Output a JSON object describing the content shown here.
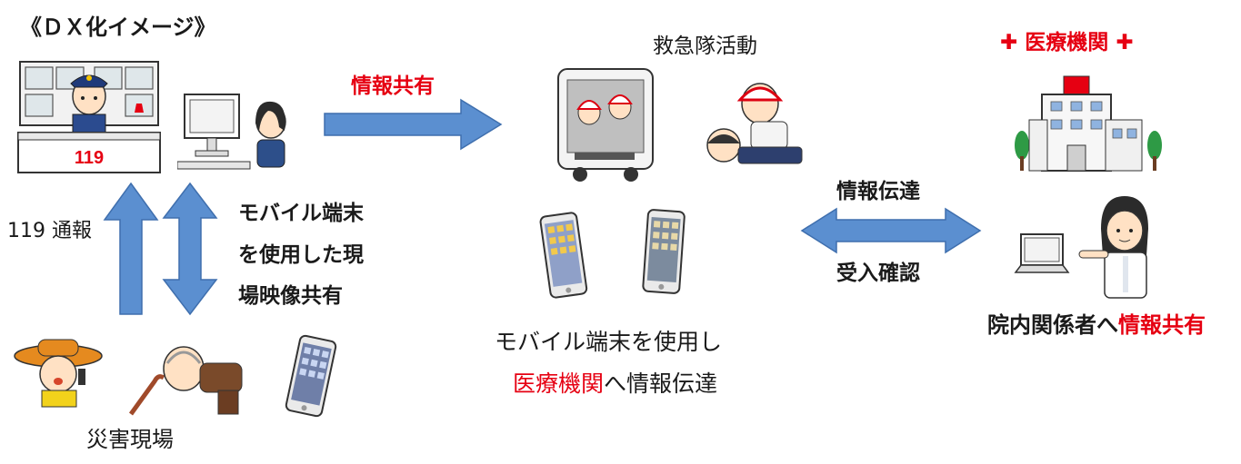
{
  "title": "《ＤＸ化イメージ》",
  "share_top": "情報共有",
  "call_label": "119 通報",
  "mobile_share": [
    "モバイル端末",
    "を使用した現",
    "場映像共有"
  ],
  "disaster_label": "災害現場",
  "rescue_label": "救急隊活動",
  "mobile_send_line1": "モバイル端末を使用し",
  "mobile_send_line2_red": "医療機関",
  "mobile_send_line2_rest": "へ情報伝達",
  "transmit_label": "情報伝達",
  "confirm_label": "受入確認",
  "medical_label": "医療機関",
  "staff_share_prefix": "院内関係者へ",
  "staff_share_red": "情報共有",
  "dispatch_number": "119",
  "colors": {
    "arrow": "#5b8fd0",
    "arrow_stroke": "#3f6fae",
    "red": "#e60012"
  }
}
